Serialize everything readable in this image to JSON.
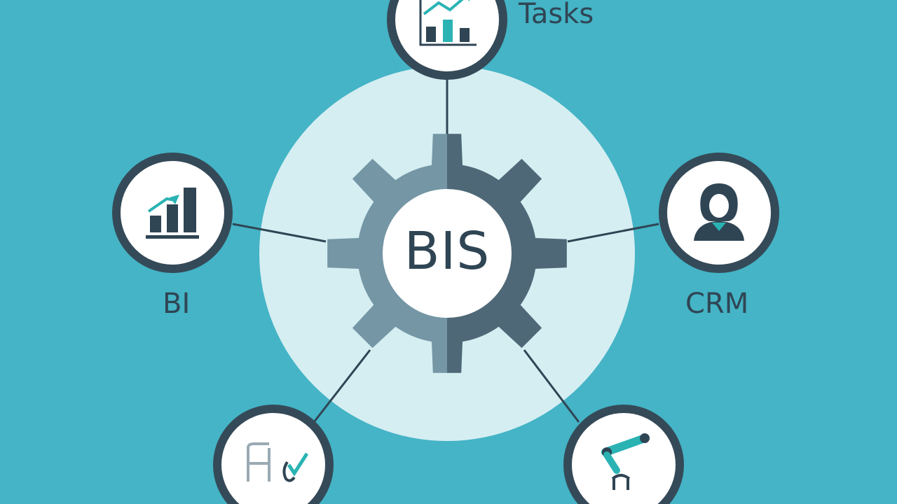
{
  "hub": {
    "label": "BIS"
  },
  "nodes": [
    {
      "id": "tasks",
      "label": "Tasks",
      "icon": "growth-chart-icon"
    },
    {
      "id": "bi",
      "label": "BI",
      "icon": "bar-chart-icon"
    },
    {
      "id": "crm",
      "label": "CRM",
      "icon": "customer-person-icon"
    },
    {
      "id": "docs",
      "label": "",
      "icon": "document-check-icon"
    },
    {
      "id": "automation",
      "label": "",
      "icon": "robot-arm-icon"
    }
  ],
  "colors": {
    "background": "#44b4c6",
    "hub_disc": "#d5eef2",
    "gear_light": "#7496a5",
    "gear_dark": "#4f6877",
    "outline": "#354a58",
    "accent": "#2bb3b4"
  }
}
